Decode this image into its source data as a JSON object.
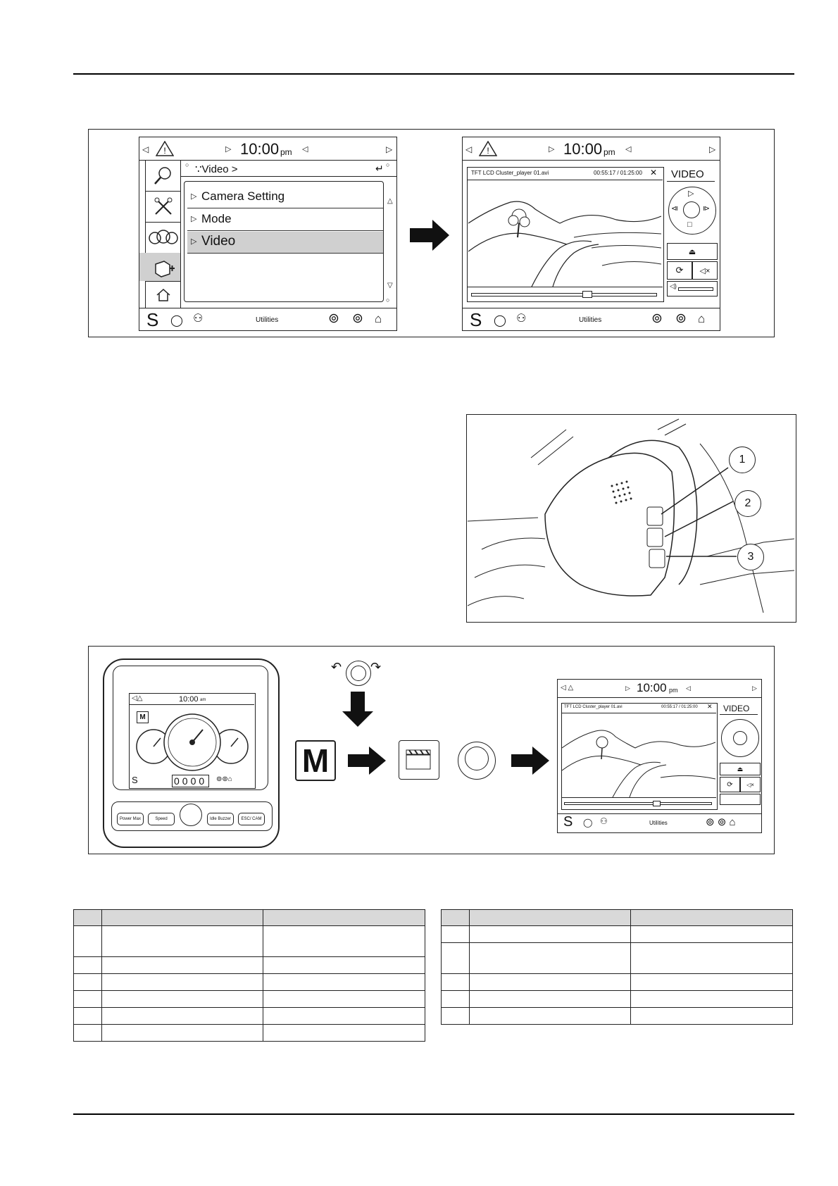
{
  "screen_common": {
    "time": "10:00",
    "ampm": "pm",
    "footer_label": "Utilities",
    "footer_s": "S"
  },
  "menu_screen": {
    "breadcrumb": "∵Video >",
    "items": [
      "Camera Setting",
      "Mode",
      "Video"
    ],
    "selected_index": 2
  },
  "video_screen": {
    "filename": "TFT LCD Cluster_player 01.avi",
    "time_display": "00:55:17 / 01:25:00",
    "panel_title": "VIDEO"
  },
  "figure2": {
    "callouts": [
      "1",
      "2",
      "3"
    ]
  },
  "figure3": {
    "mini_time": "10:00",
    "mini_ampm": "am",
    "odometer": "0000",
    "m_key": "M",
    "buttons": [
      "Power Max",
      "Speed",
      "Idle Buzzer",
      "ESC/ CAM"
    ],
    "small_filename": "TFT LCD Cluster_player 01.avi",
    "small_time": "00:55:17 / 01:25:00",
    "small_panel_title": "VIDEO",
    "small_time_main": "10:00",
    "small_ampm": "pm",
    "small_footer": "Utilities",
    "small_s": "S"
  },
  "tables": {
    "left_rows": 6,
    "right_rows": 5
  },
  "colors": {
    "line": "#222222",
    "selected": "#d0d0d0",
    "table_head": "#d9d9d9"
  }
}
